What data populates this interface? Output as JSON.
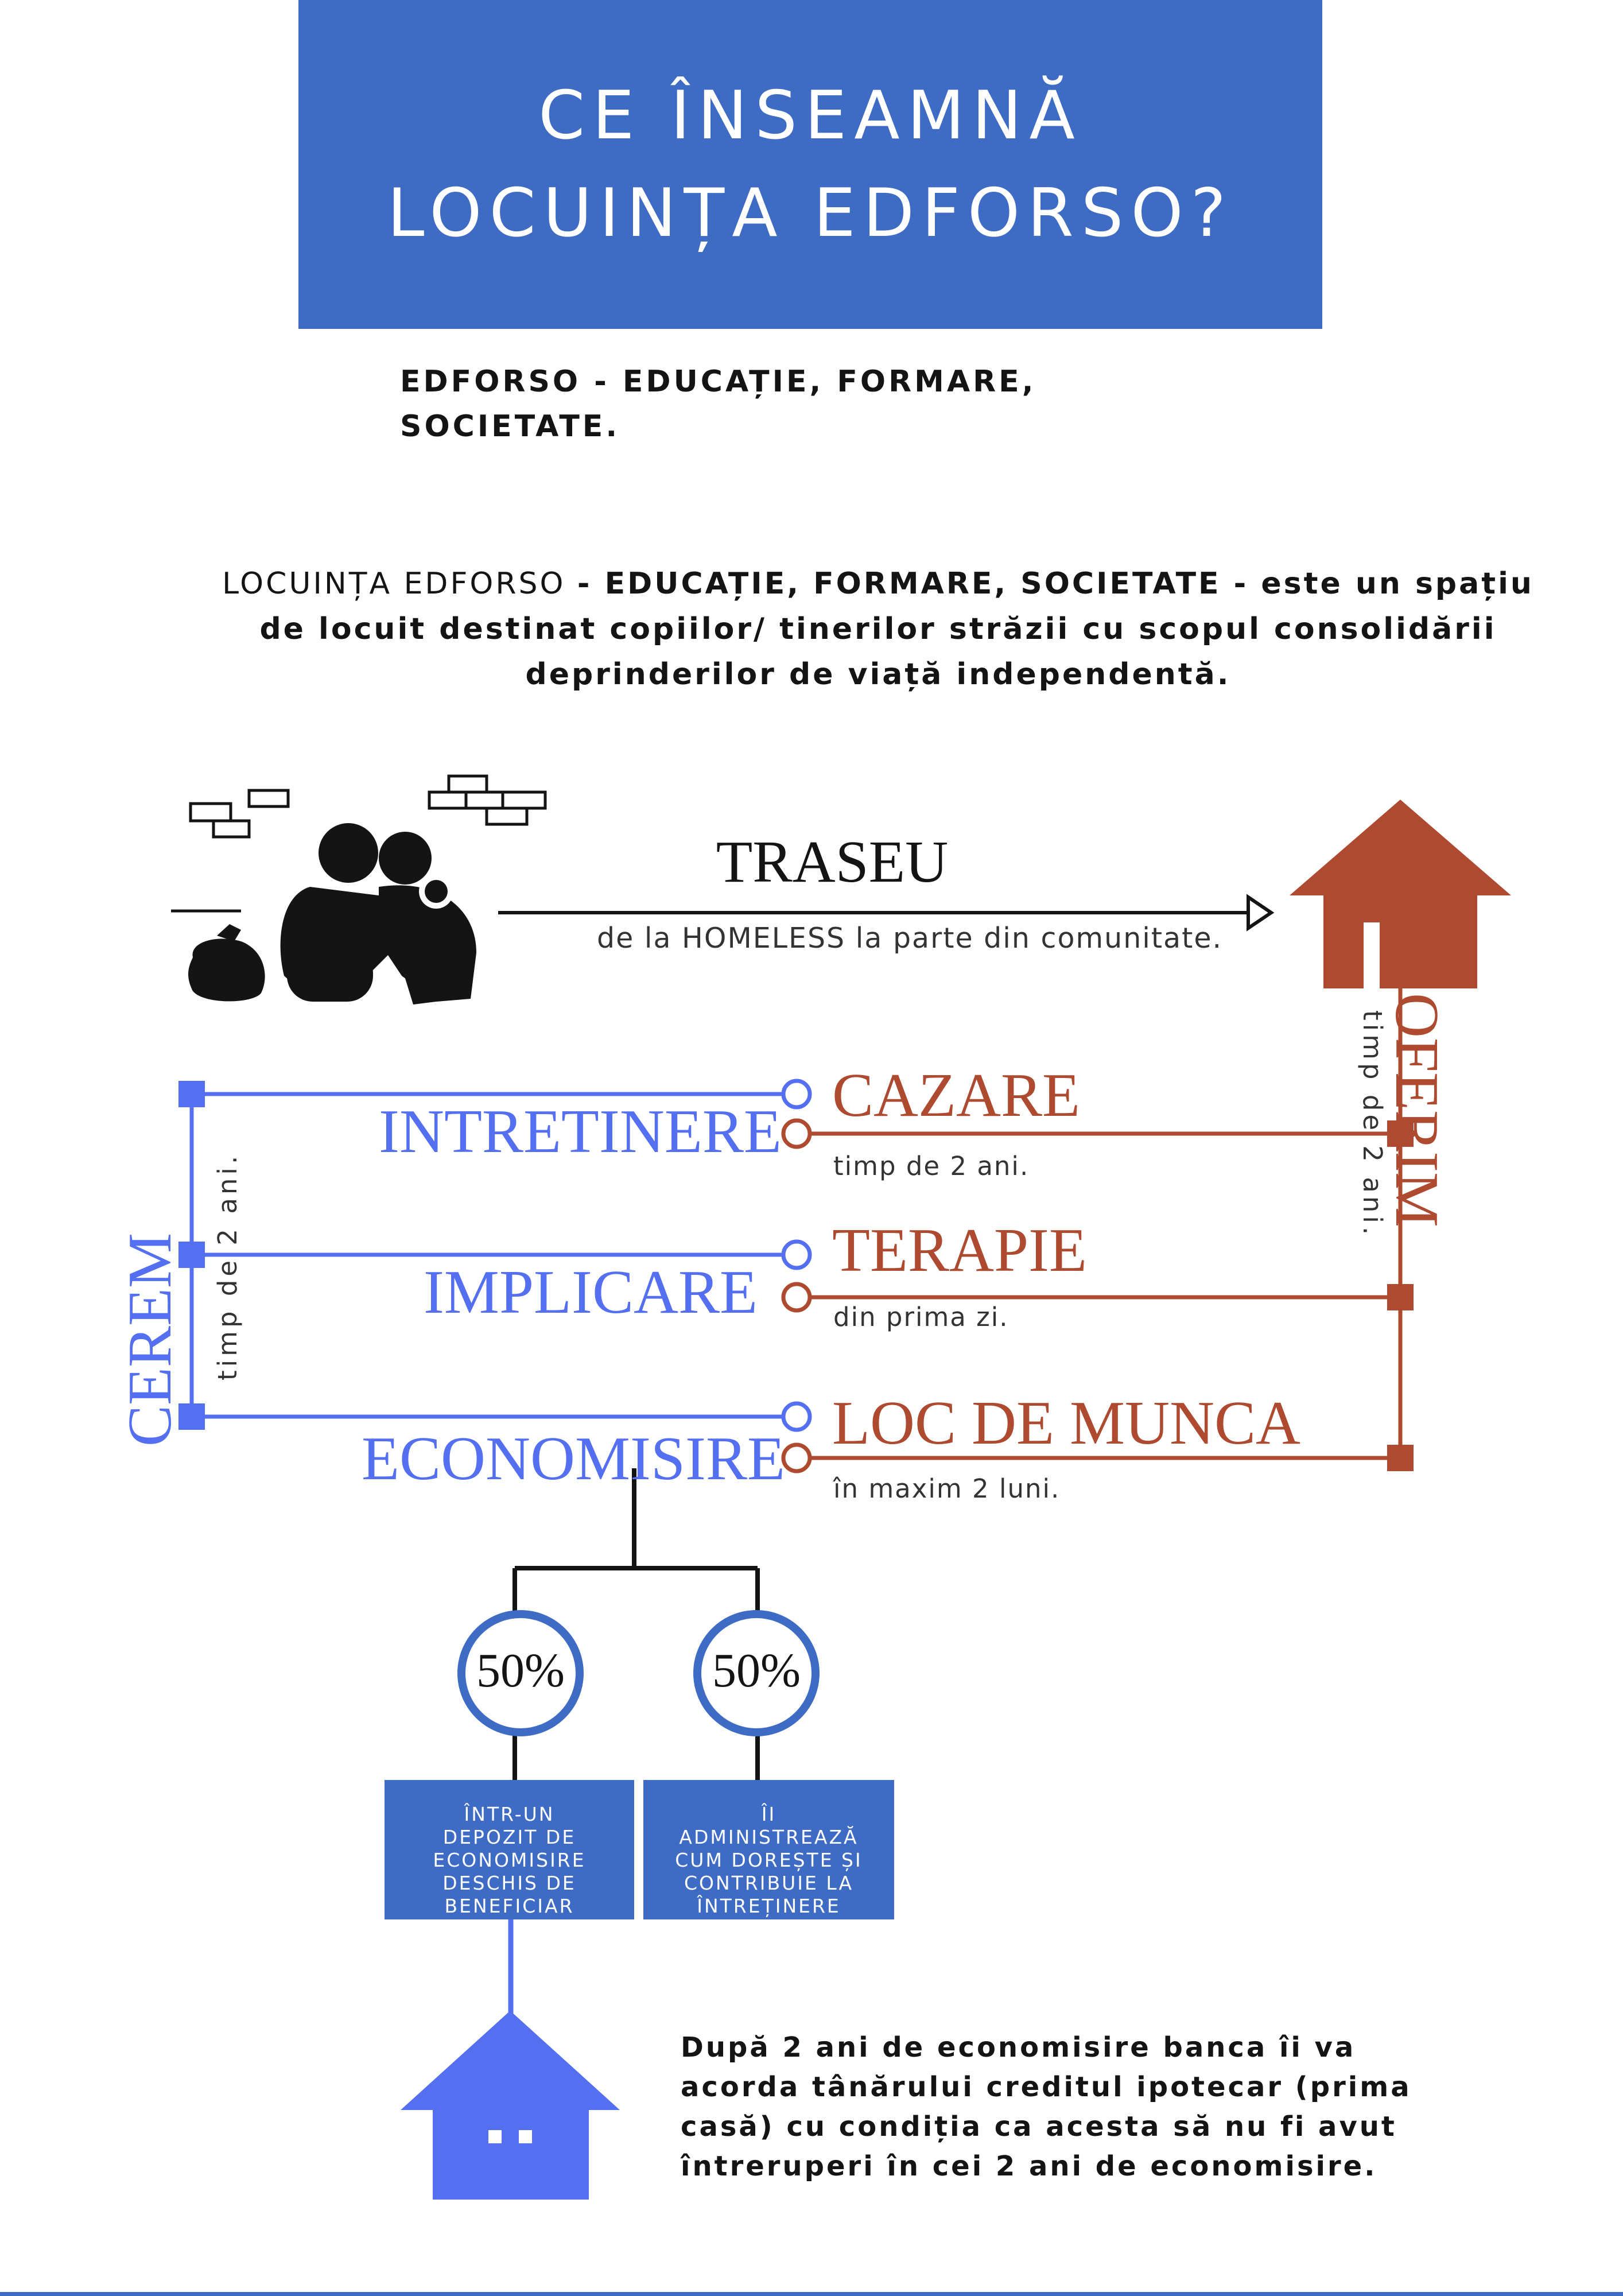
{
  "header": {
    "title_line1": "CE ÎNSEAMNĂ",
    "title_line2": "LOCUINȚA EDFORSO?"
  },
  "subtitle": {
    "line1": "EDFORSO - EDUCAȚIE, FORMARE,",
    "line2": "SOCIETATE."
  },
  "intro": {
    "part1": "LOCUINȚA EDFORSO ",
    "part2": "- EDUCAȚIE, FORMARE, SOCIETATE - este un spațiu de locuit destinat copiilor/ tinerilor străzii cu scopul consolidării deprinderilor de viață independentă."
  },
  "traseu": {
    "title": "TRASEU",
    "subtitle": "de la HOMELESS la parte din comunitate."
  },
  "oferim": {
    "label": "OFERIM",
    "duration": "timp de 2 ani.",
    "color": "#ad4a30",
    "items": [
      {
        "label": "CAZARE",
        "detail": "timp de 2 ani."
      },
      {
        "label": "TERAPIE",
        "detail": "din prima zi."
      },
      {
        "label": "LOC DE MUNCA",
        "detail": "în maxim 2 luni."
      }
    ]
  },
  "cerem": {
    "label": "CEREM",
    "duration": "timp de 2 ani.",
    "color": "#5470f0",
    "items": [
      {
        "label": "INTRETINERE"
      },
      {
        "label": "IMPLICARE"
      },
      {
        "label": "ECONOMISIRE"
      }
    ]
  },
  "split": {
    "left_percent": "50%",
    "right_percent": "50%",
    "left_text": "ÎNTR-UN DEPOZIT DE ECONOMISIRE DESCHIS DE BENEFICIAR",
    "right_text": "ÎI ADMINISTREAZĂ CUM DOREȘTE ȘI CONTRIBUIE LA ÎNTREȚINERE"
  },
  "conclusion": {
    "text": "După 2 ani de economisire banca îi va acorda tânărului creditul ipotecar (prima casă) cu condiția ca acesta să nu fi avut întreruperi în cei 2 ani de economisire."
  },
  "icons": {
    "homeless": "homeless-people-icon",
    "house_red": "house-icon",
    "house_blue": "house-icon"
  },
  "colors": {
    "title_bg": "#3e6bc4",
    "blue": "#5470f0",
    "red": "#ad4a30"
  }
}
